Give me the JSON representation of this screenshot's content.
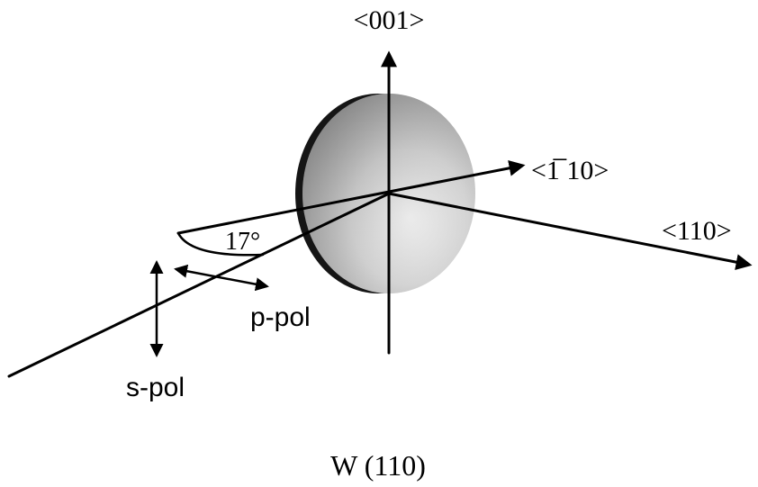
{
  "axes": {
    "vertical_label": "<001>",
    "in_plane_label": "<1̅",
    "in_plane_label_full": "<1̅ 10>",
    "normal_label": "<110>"
  },
  "angle_label": "17°",
  "polarization": {
    "p_label": "p-pol",
    "s_label": "s-pol"
  },
  "crystal_label": "W (110)",
  "colors": {
    "ink": "#000000",
    "disc_face_dark": "#8c8c8c",
    "disc_face_light": "#e6e6e6",
    "disc_edge": "#1a1a1a"
  }
}
